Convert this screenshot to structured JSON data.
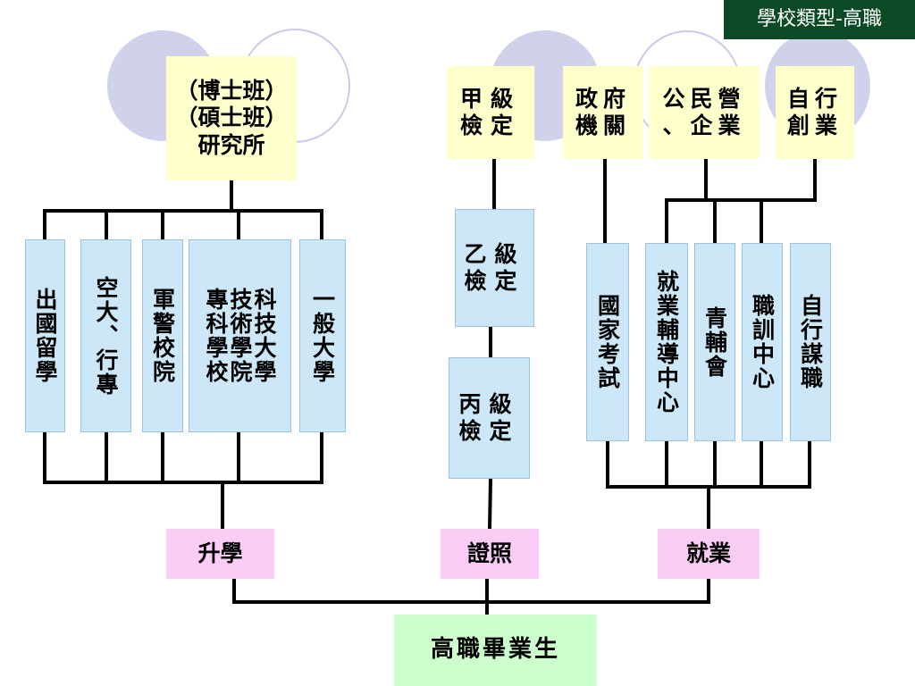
{
  "slide_title": "學校類型-高職",
  "root": "高職畢業生",
  "branches": {
    "further_study": "升學",
    "certification": "證照",
    "employment": "就業"
  },
  "further_study": {
    "graduate": "（博士班）\n（碩士班）\n研究所",
    "schools": {
      "study_abroad": "出國留學",
      "open_univ": "空大、行專",
      "military": "軍警校院",
      "tech_combo": "科技大學\n技術學院\n專科學校",
      "general_univ": "一般大學"
    }
  },
  "certification": {
    "grade_a": "甲級\n檢定",
    "grade_b": "乙級\n檢定",
    "grade_c": "丙級\n檢定"
  },
  "employment": {
    "gov": "政府\n機關",
    "enterprise": "公民營\n、企業",
    "self_start": "自行\n創業",
    "items": {
      "national_exam": "國家考試",
      "employment_center": "就業輔導中心",
      "youth_council": "青輔會",
      "training_center": "職訓中心",
      "self_job": "自行謀職"
    }
  },
  "colors": {
    "title_bg": "#0c4a26",
    "yellow_box": "#ffffcc",
    "blue_box": "#cce8f8",
    "pink_box": "#fbcdf6",
    "green_box": "#ccffcc",
    "line": "#000000"
  }
}
